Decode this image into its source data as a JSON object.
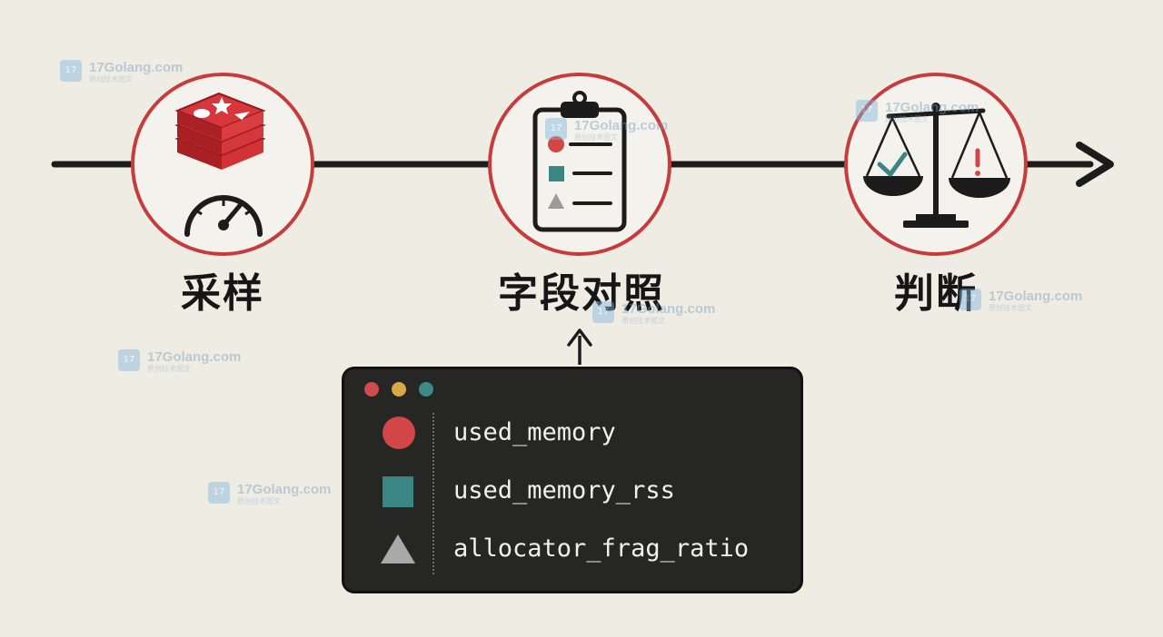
{
  "steps": [
    {
      "label": "采样"
    },
    {
      "label": "字段对照"
    },
    {
      "label": "判断"
    }
  ],
  "terminal": {
    "fields": [
      {
        "name": "used_memory",
        "marker": "circle",
        "color": "#d34648"
      },
      {
        "name": "used_memory_rss",
        "marker": "square",
        "color": "#3a8585"
      },
      {
        "name": "allocator_frag_ratio",
        "marker": "triangle",
        "color": "#a9a9a9"
      }
    ]
  },
  "icons": [
    "redis-logo-icon",
    "gauge-icon",
    "clipboard-checklist-icon",
    "balance-scale-icon"
  ],
  "colors": {
    "accent_red": "#c9393c",
    "background": "#efece4",
    "terminal_bg": "#262625"
  },
  "watermark": {
    "text": "17Golang.com",
    "subtext": "原创技术图文"
  }
}
